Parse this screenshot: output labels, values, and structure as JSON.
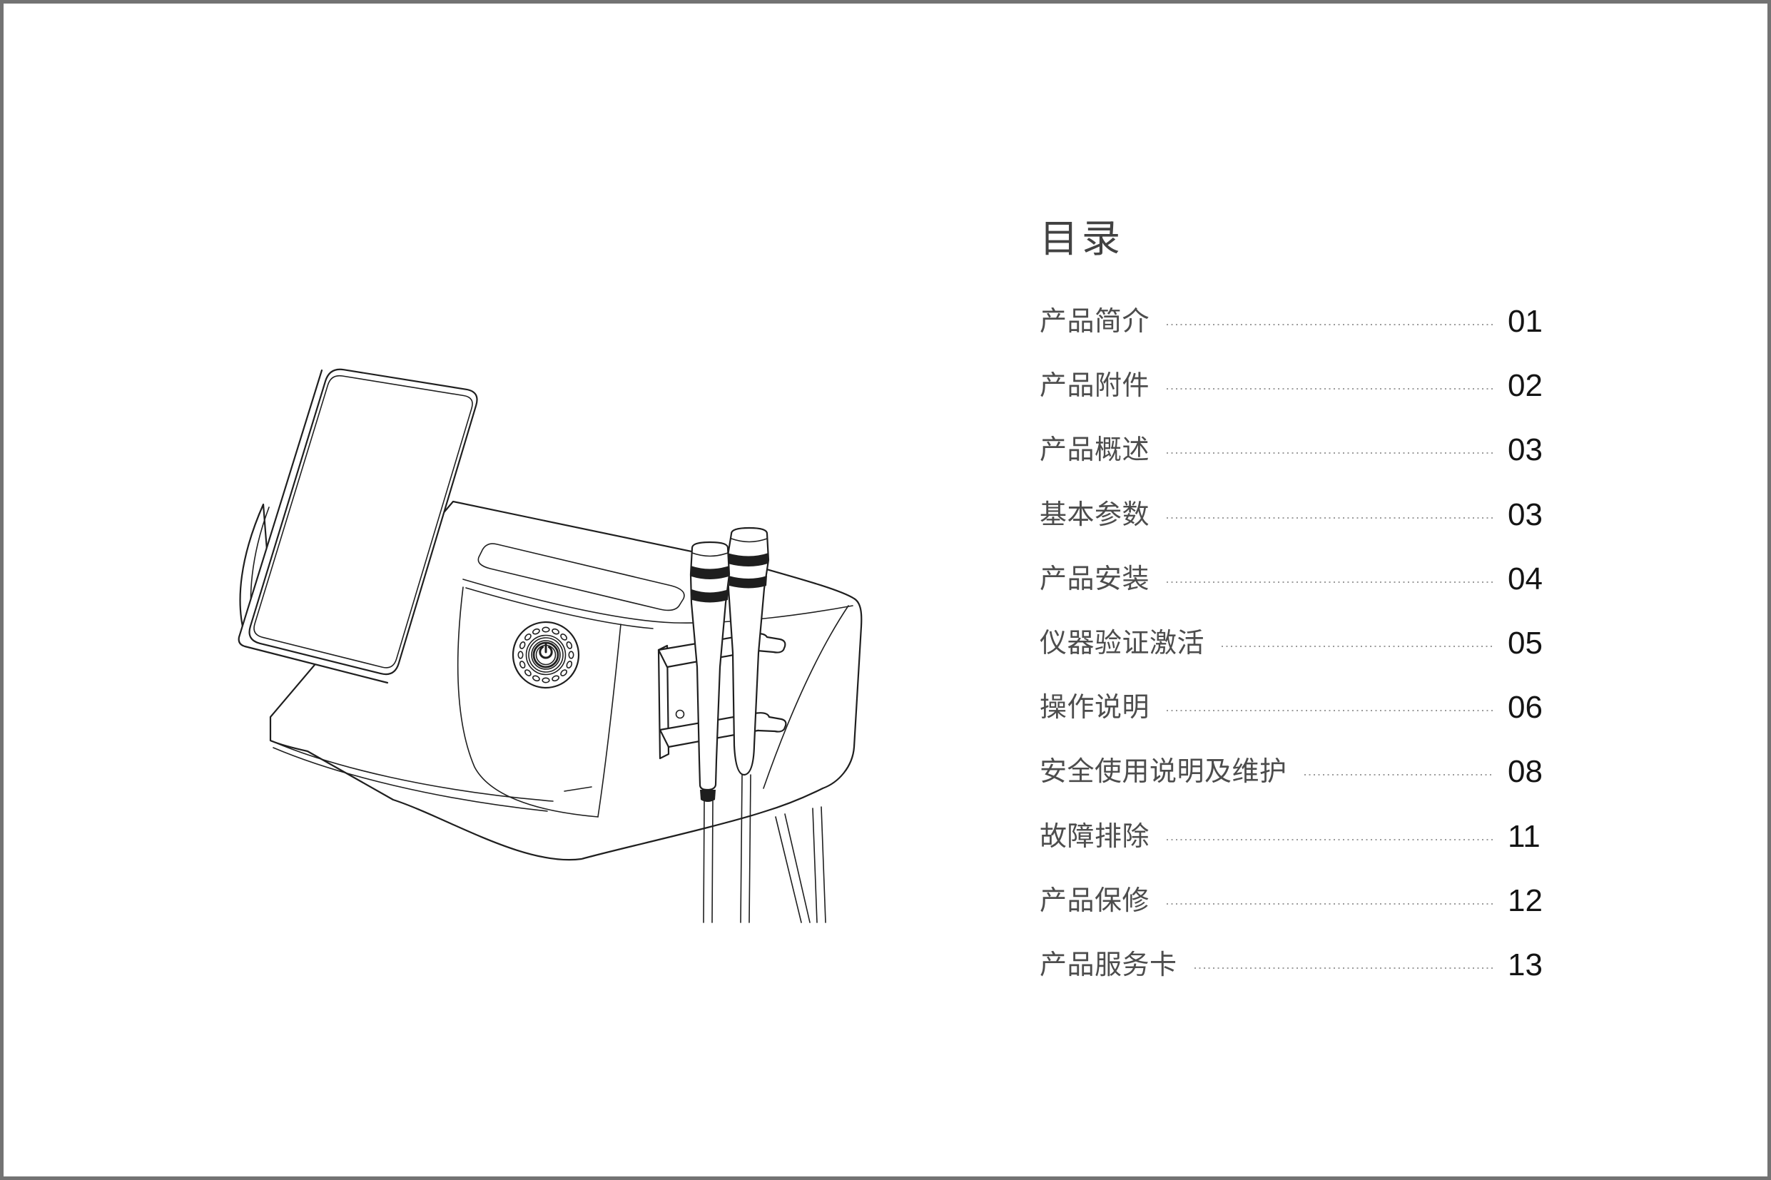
{
  "page": {
    "title": "目录",
    "toc": [
      {
        "label": "产品简介",
        "page": "01"
      },
      {
        "label": "产品附件",
        "page": "02"
      },
      {
        "label": "产品概述",
        "page": "03"
      },
      {
        "label": "基本参数",
        "page": "03"
      },
      {
        "label": "产品安装",
        "page": "04"
      },
      {
        "label": "仪器验证激活",
        "page": "05"
      },
      {
        "label": "操作说明",
        "page": "06"
      },
      {
        "label": "安全使用说明及维护",
        "page": "08"
      },
      {
        "label": "故障排除",
        "page": "11"
      },
      {
        "label": "产品保修",
        "page": "12"
      },
      {
        "label": "产品服务卡",
        "page": "13"
      }
    ],
    "figure": {
      "name": "device-illustration"
    }
  },
  "colors": {
    "page_background": "#ffffff",
    "page_border": "#737373",
    "title": "#424242",
    "toc_label": "#4d4d4d",
    "toc_number": "#141414",
    "leader_dots": "#9b9b9b",
    "line_art": "#1f1f1f"
  }
}
